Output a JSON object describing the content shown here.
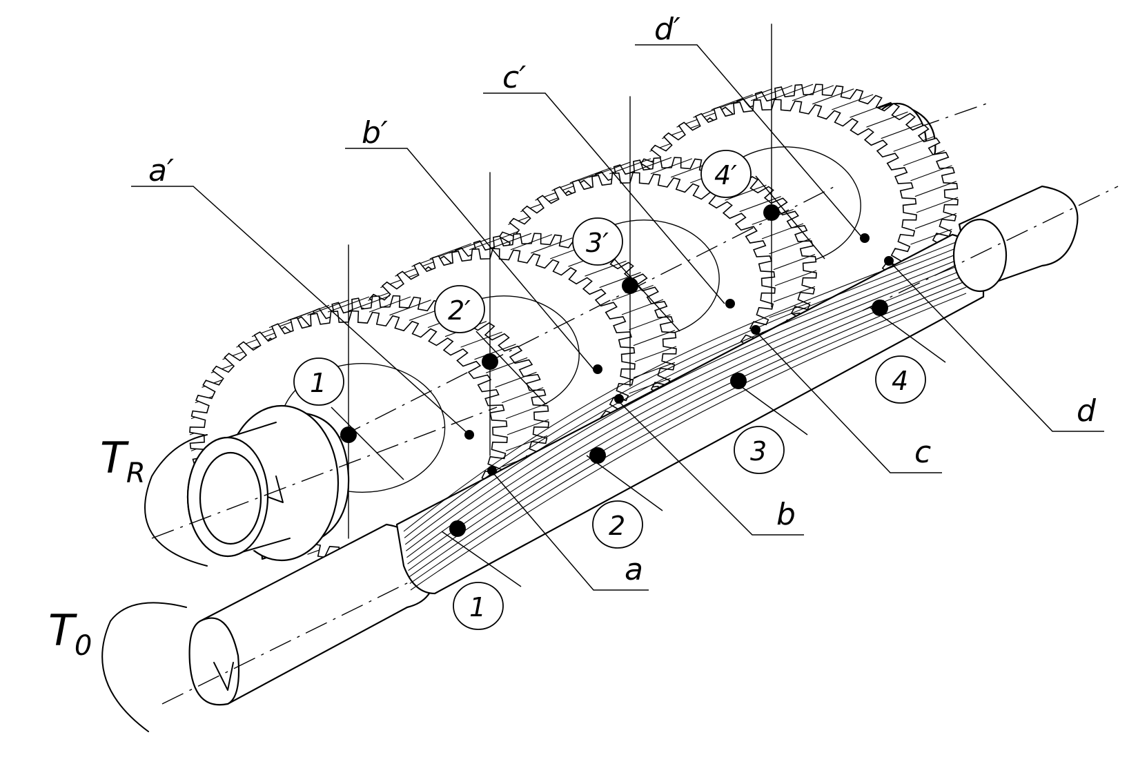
{
  "figure": {
    "torques": {
      "input": "T",
      "input_sub": "0",
      "output": "T",
      "output_sub": "R"
    },
    "gear_labels": [
      "1",
      "2",
      "3",
      "4"
    ],
    "pinion_labels": [
      "1",
      "2",
      "3",
      "4"
    ],
    "pinion_contacts": [
      "a",
      "b",
      "c",
      "d"
    ],
    "gear_contacts": [
      "a′",
      "b′",
      "c′",
      "d′"
    ],
    "gear_primes": [
      "",
      "′",
      "′",
      "′"
    ]
  }
}
